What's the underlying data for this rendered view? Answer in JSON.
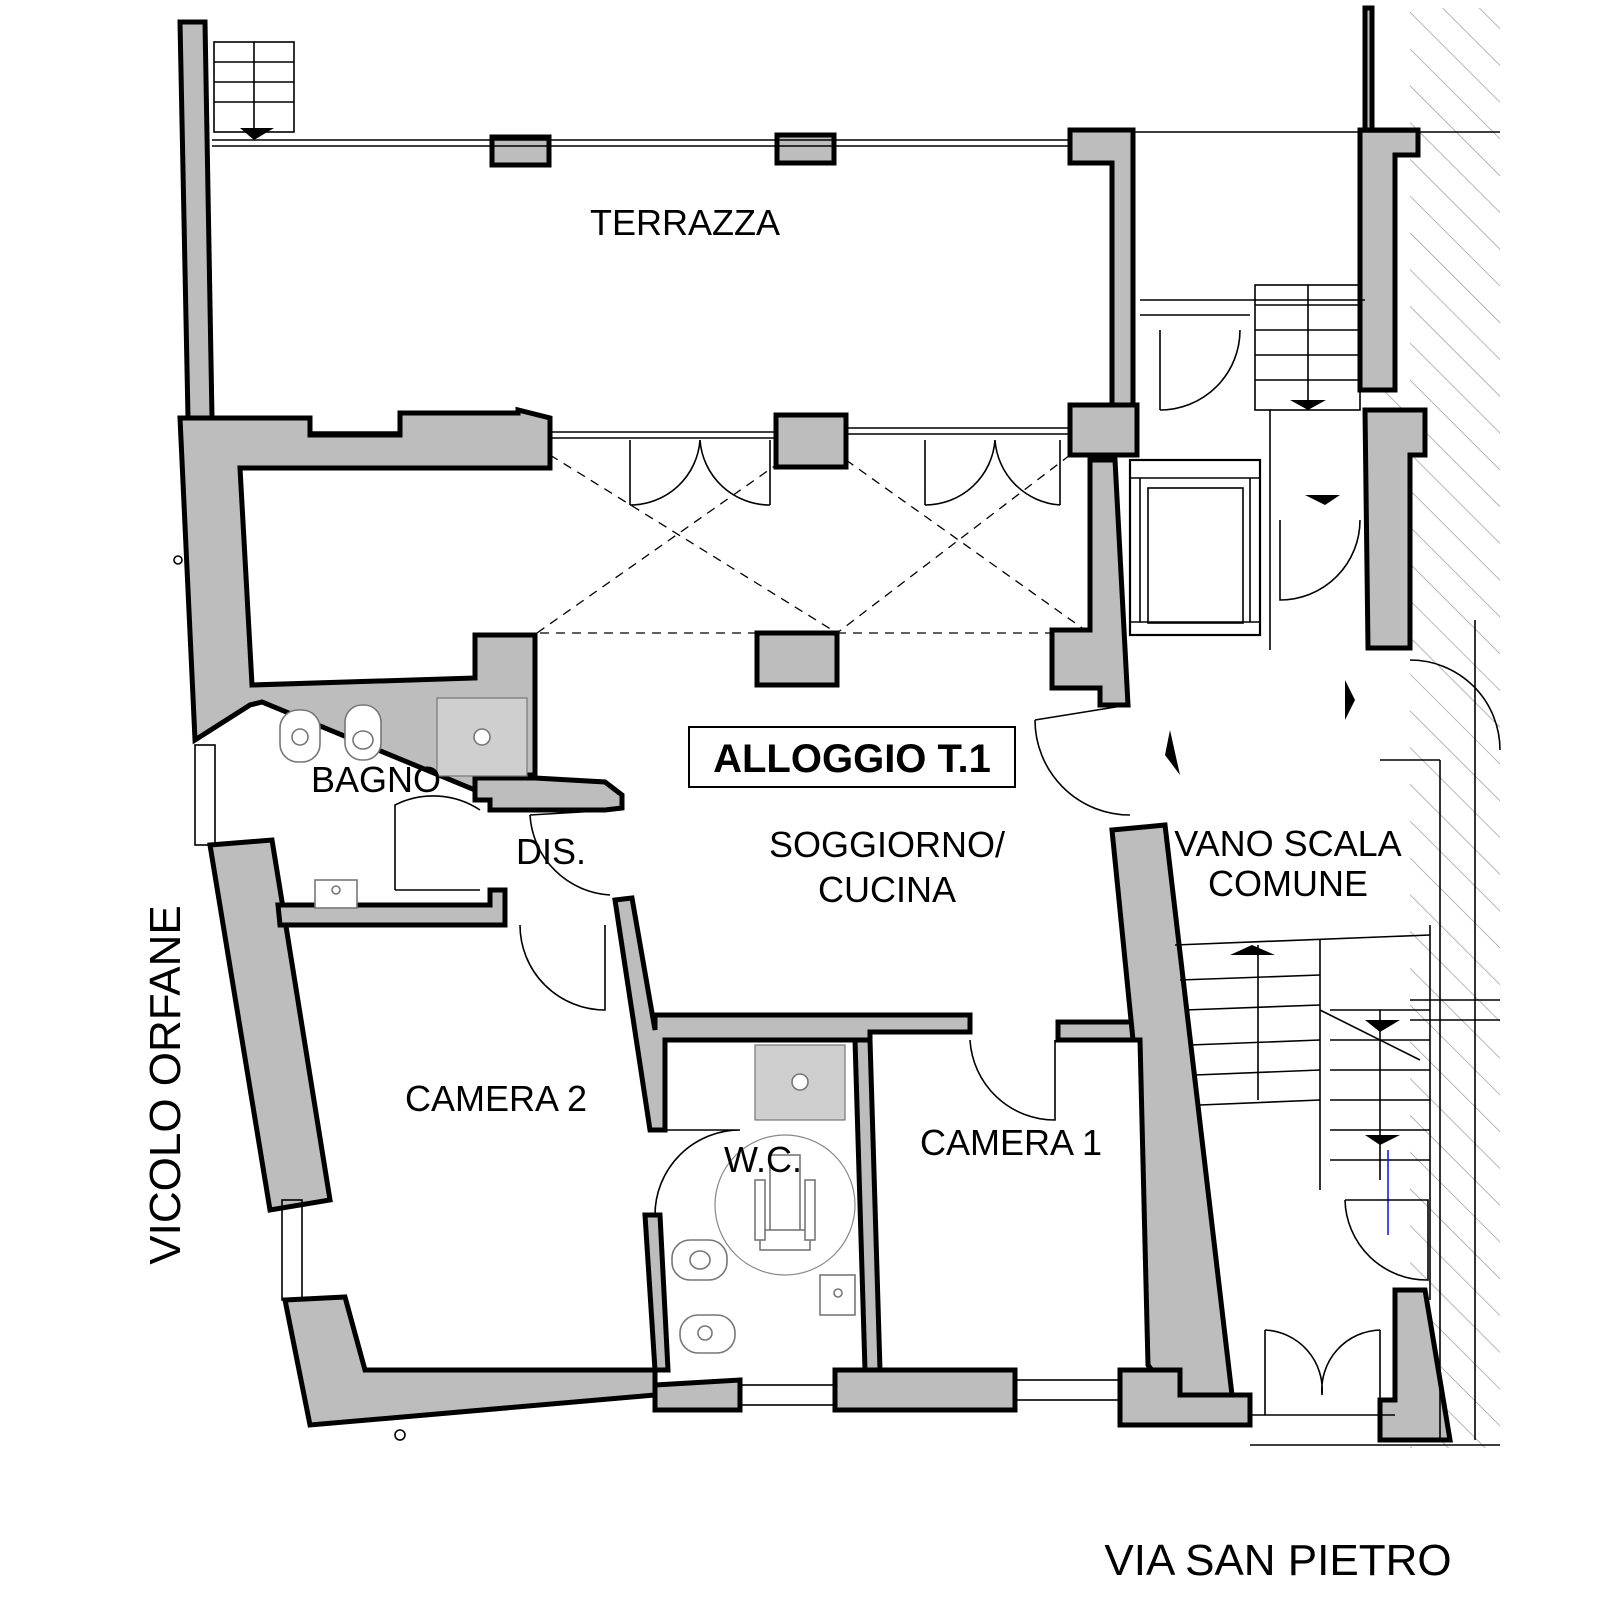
{
  "rooms": {
    "terrazza": "TERRAZZA",
    "bagno": "BAGNO",
    "dis": "DIS.",
    "soggiorno_line1": "SOGGIORNO/",
    "soggiorno_line2": "CUCINA",
    "vano_line1": "VANO SCALA",
    "vano_line2": "COMUNE",
    "camera2": "CAMERA 2",
    "wc": "W.C.",
    "camera1": "CAMERA 1"
  },
  "unit_label": "ALLOGGIO T.1",
  "streets": {
    "left": "VICOLO ORFANE",
    "bottom": "VIA SAN PIETRO"
  },
  "colors": {
    "wall_fill": "#bdbdbd",
    "line": "#000000",
    "fixture_stroke": "#777777",
    "hatch": "#999999",
    "accent_line": "#1a1aff"
  },
  "icons": [
    "toilet-icon",
    "bidet-icon",
    "sink-icon",
    "shower-tray-icon",
    "wheelchair-icon",
    "stair-arrow-icon",
    "north-arrow-icon"
  ]
}
